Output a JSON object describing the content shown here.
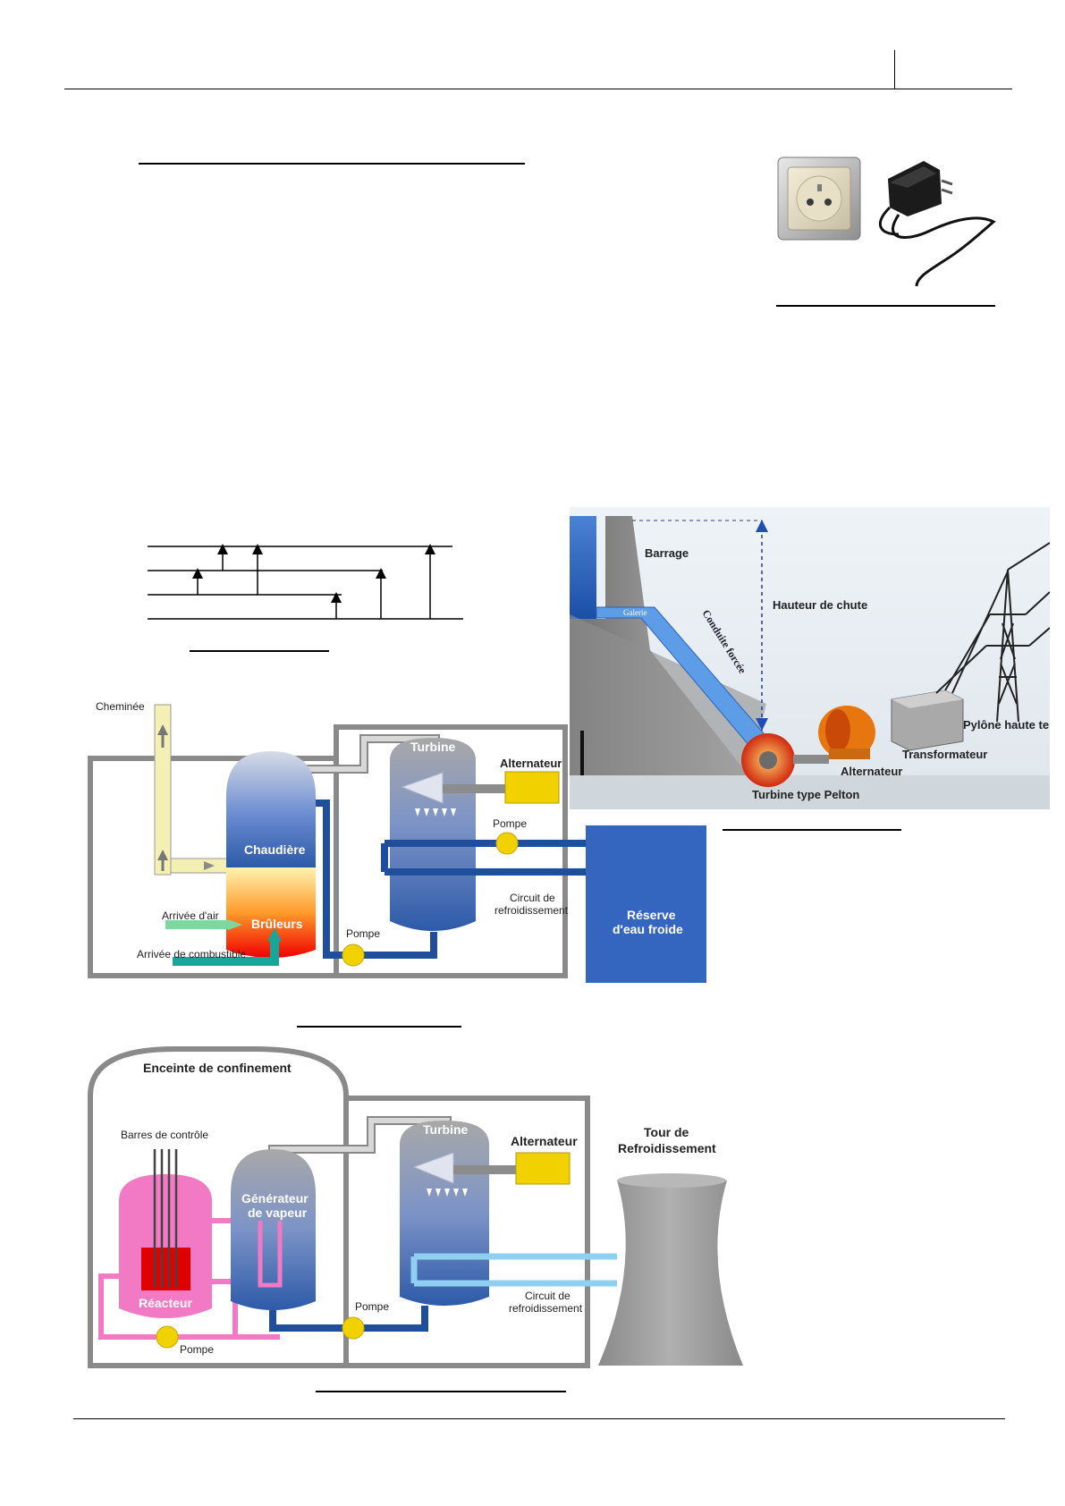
{
  "colors": {
    "steel_blue": "#2d5aa8",
    "dark_blue": "#1f4f9c",
    "pipe_gray": "#c8c8c8",
    "box_gray": "#8a8a8a",
    "yellow": "#f2d100",
    "pink": "#f27ac4",
    "red": "#e00000",
    "chimney": "#f4f0b4",
    "teal": "#1aa59a",
    "light_blue": "#8fd0f2",
    "tower_gray": "#9c9c9c"
  },
  "hydro": {
    "barrage": "Barrage",
    "galerie": "Galerie",
    "conduite": "Conduite forcée",
    "hauteur": "Hauteur de chute",
    "pylone": "Pylône haute tensi",
    "transformateur": "Transformateur",
    "alternateur": "Alternateur",
    "turbine": "Turbine type Pelton"
  },
  "thermal": {
    "cheminee": "Cheminée",
    "chaudiere": "Chaudière",
    "bruleurs": "Brûleurs",
    "air": "Arrivée d'air",
    "combustible": "Arrivée de combustible",
    "pompe1": "Pompe",
    "pompe2": "Pompe",
    "turbine": "Turbine",
    "alternateur": "Alternateur",
    "circuit_l1": "Circuit de",
    "circuit_l2": "refroidissement",
    "reserve_l1": "Réserve",
    "reserve_l2": "d'eau froide"
  },
  "nuclear": {
    "enceinte": "Enceinte de confinement",
    "barres": "Barres de contrôle",
    "reacteur": "Réacteur",
    "pompe_primary": "Pompe",
    "gen_l1": "Générateur",
    "gen_l2": "de vapeur",
    "pompe_secondary": "Pompe",
    "turbine": "Turbine",
    "alternateur": "Alternateur",
    "circuit_l1": "Circuit de",
    "circuit_l2": "refroidissement",
    "tour_l1": "Tour de",
    "tour_l2": "Refroidissement"
  }
}
